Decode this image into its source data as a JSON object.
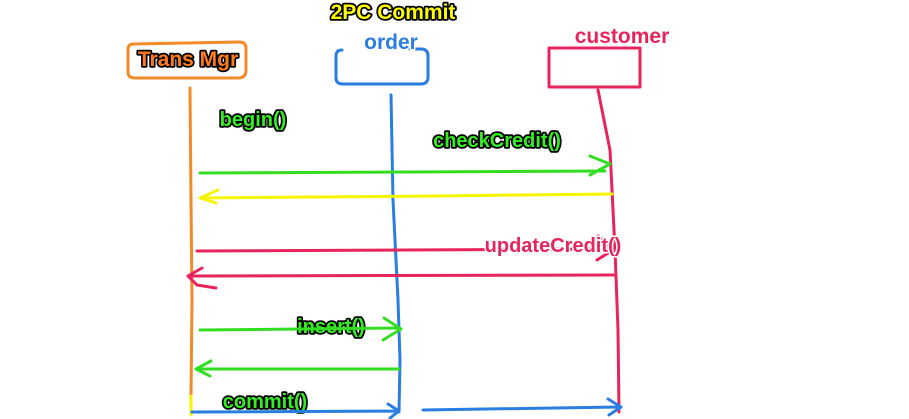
{
  "diagram": {
    "title": "2PC Commit",
    "participants": {
      "trans_mgr": "Trans Mgr",
      "order": "order",
      "customer": "customer"
    },
    "messages": {
      "begin": "begin()",
      "check_credit": "checkCredit()",
      "update_credit": "updateCredit()",
      "insert": "insert()",
      "commit": "commit()"
    },
    "colors": {
      "trans_mgr": "#f28a28",
      "order": "#2a7de1",
      "customer": "#e8245c",
      "call_arrow": "#33dd22",
      "return_arrow": "#f5f500",
      "title": "#ffff00"
    }
  }
}
